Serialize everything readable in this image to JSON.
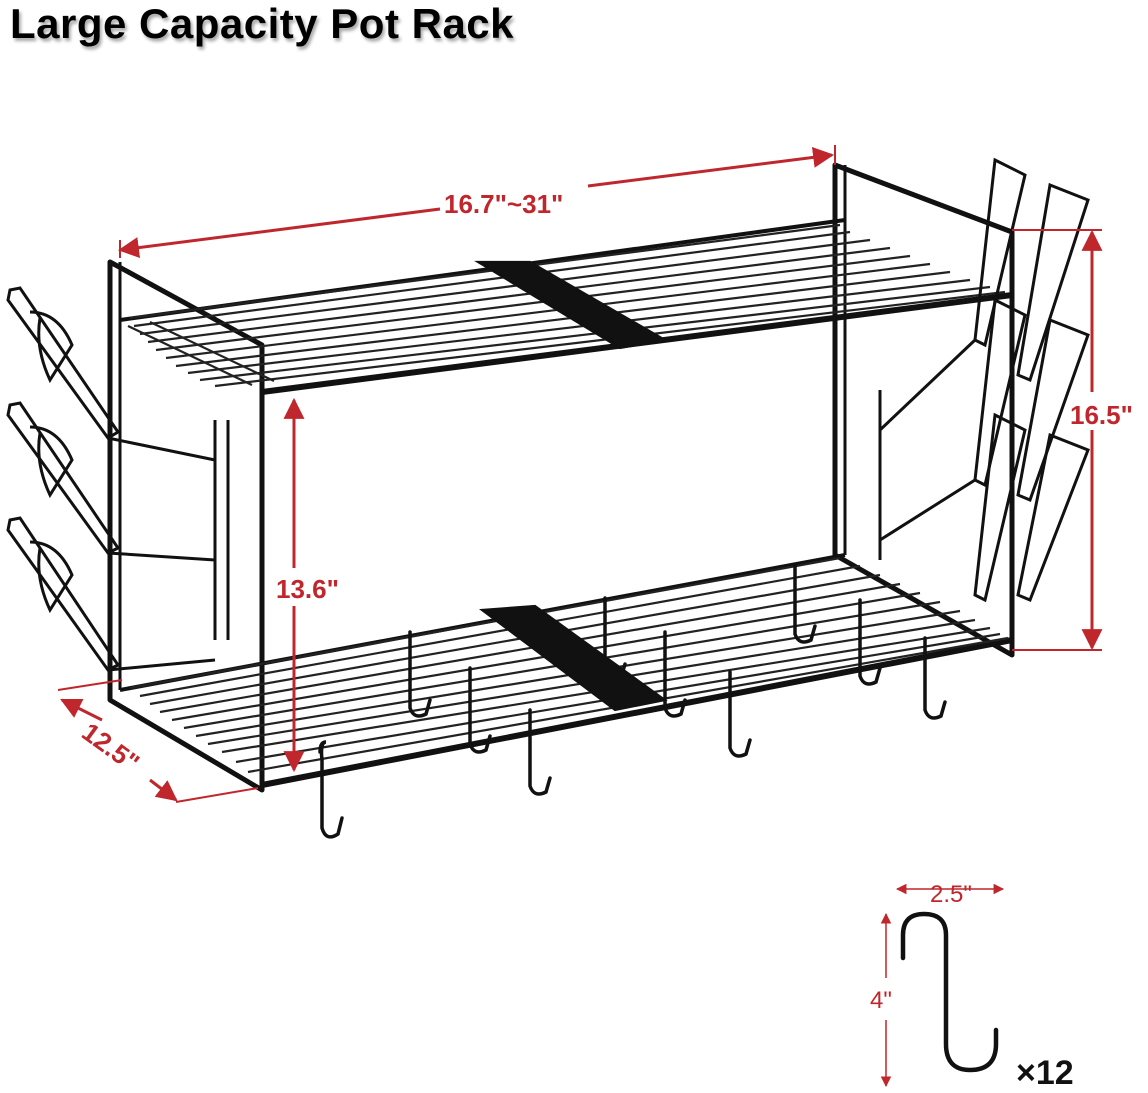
{
  "title": "Large Capacity Pot Rack",
  "colors": {
    "dimension": "#c0272d",
    "metal": "#111111",
    "background": "#ffffff"
  },
  "dimensions": {
    "width": "16.7\"~31\"",
    "height": "16.5\"",
    "shelf_gap": "13.6\"",
    "depth": "12.5\"",
    "hook_width": "2.5\"",
    "hook_height": "4\""
  },
  "hook_quantity": "×12"
}
